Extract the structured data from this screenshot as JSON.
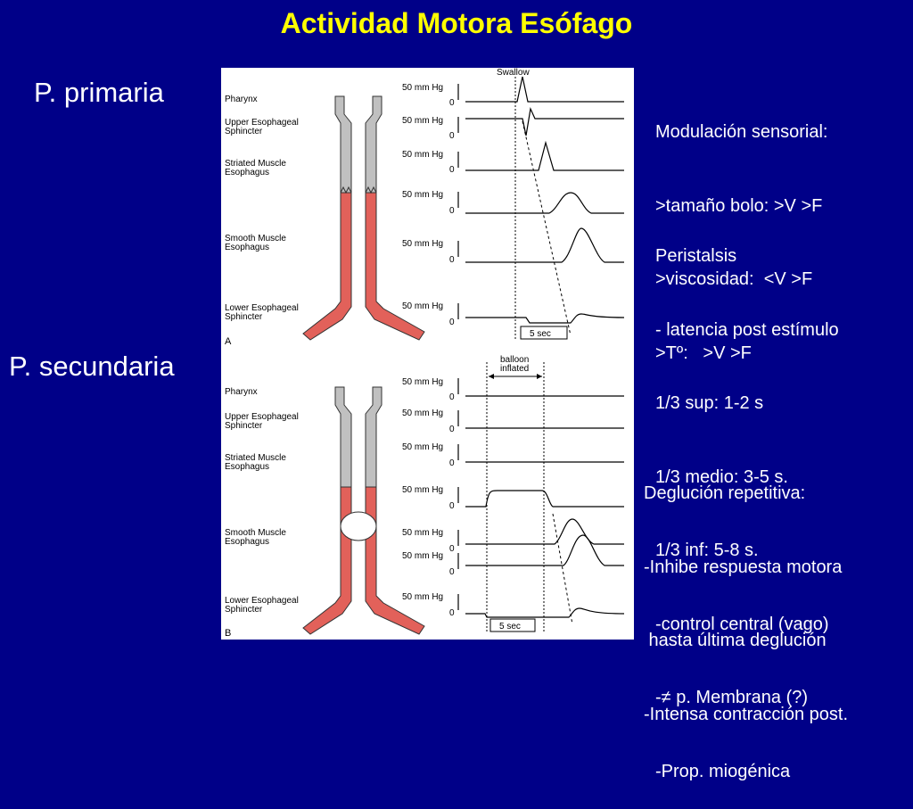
{
  "slide": {
    "title": "Actividad Motora Esófago",
    "left_labels": {
      "primary": "P. primaria",
      "secondary": "P. secundaria"
    },
    "right_text": {
      "sensory": [
        "Modulación sensorial:",
        ">tamaño bolo: >V >F",
        ">viscosidad:  <V >F",
        ">Tº:   >V >F"
      ],
      "peristalsis": [
        "Peristalsis",
        "- latencia post estímulo",
        "1/3 sup: 1-2 s",
        "1/3 medio: 3-5 s.",
        "1/3 inf: 5-8 s.",
        "-control central (vago)",
        "-≠ p. Membrana (?)",
        "-Prop. miogénica"
      ],
      "repetitive": [
        "Deglución repetitiva:",
        "-Inhibe respuesta motora",
        " hasta última deglución",
        "-Intensa contracción post."
      ]
    }
  },
  "figure": {
    "panel_a": {
      "letter": "A",
      "swallow": "Swallow",
      "time": "5 sec",
      "anatomy": [
        "Pharynx",
        "Upper Esophageal",
        "Sphincter",
        "Striated Muscle",
        "Esophagus",
        "Smooth Muscle",
        "Esophagus",
        "Lower Esophageal",
        "Sphincter"
      ]
    },
    "panel_b": {
      "letter": "B",
      "balloon": [
        "balloon",
        "inflated"
      ],
      "time": "5 sec",
      "anatomy": [
        "Pharynx",
        "Upper Esophageal",
        "Sphincter",
        "Striated Muscle",
        "Esophagus",
        "Smooth Muscle",
        "Esophagus",
        "Lower Esophageal",
        "Sphincter"
      ]
    },
    "scale_label": "50 mm Hg",
    "zero": "0",
    "colors": {
      "muscle": "#e2615a",
      "striated": "#c0c0c0"
    }
  }
}
